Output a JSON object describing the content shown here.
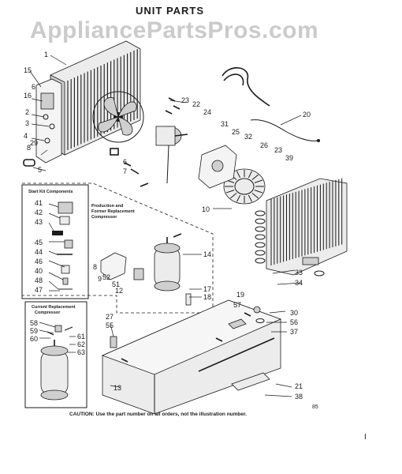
{
  "diagram": {
    "title": "UNIT PARTS",
    "subtitle": "",
    "watermark": "AppliancePartsPros.com",
    "caution": "CAUTION: Use the part number on all orders, not the illustration number.",
    "page_number": "85",
    "page_mark": "I",
    "box_labels": {
      "start_kit": "Start Kit Components",
      "production": "Production and\nFormer Replacement\nCompressor",
      "current": "Current Replacement\nCompressor"
    },
    "callouts": [
      "1",
      "15",
      "16",
      "6",
      "2",
      "3",
      "4",
      "8",
      "29",
      "5",
      "23",
      "22",
      "24",
      "20",
      "31",
      "25",
      "32",
      "26",
      "23",
      "39",
      "6",
      "7",
      "10",
      "41",
      "42",
      "43",
      "45",
      "44",
      "46",
      "40",
      "48",
      "47",
      "14",
      "8",
      "9",
      "52",
      "51",
      "12",
      "17",
      "18",
      "19",
      "57",
      "30",
      "56",
      "37",
      "33",
      "34",
      "58",
      "59",
      "60",
      "27",
      "55",
      "61",
      "62",
      "63",
      "13",
      "21",
      "38"
    ]
  }
}
